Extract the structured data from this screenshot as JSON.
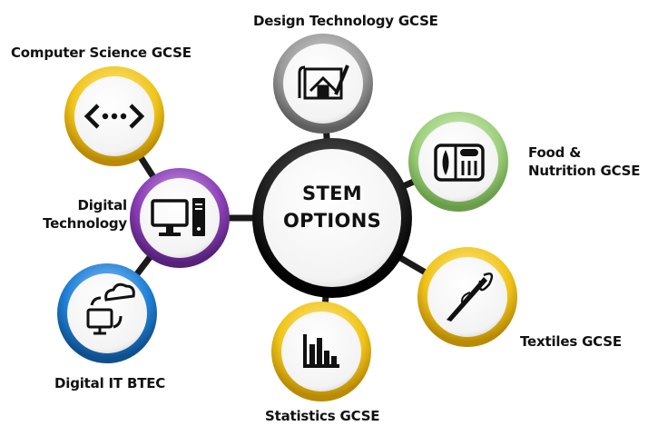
{
  "hub": {
    "line1": "STEM",
    "line2": "OPTIONS"
  },
  "nodes": [
    {
      "id": "design-technology",
      "label": "Design Technology GCSE",
      "ring_color": "#9a9a9a",
      "icon": "blueprint-house-icon"
    },
    {
      "id": "food-nutrition",
      "label_line1": "Food &",
      "label_line2": "Nutrition GCSE",
      "ring_color": "#9ccf7a",
      "icon": "fish-tray-icon"
    },
    {
      "id": "textiles",
      "label": "Textiles GCSE",
      "ring_color": "#f0c419",
      "icon": "needle-thread-icon"
    },
    {
      "id": "statistics",
      "label": "Statistics GCSE",
      "ring_color": "#f0c419",
      "icon": "bar-chart-icon"
    },
    {
      "id": "digital-it-btec",
      "label": "Digital IT BTEC",
      "ring_color": "#1f7fd6",
      "icon": "cloud-sync-computer-icon"
    },
    {
      "id": "digital-technology",
      "label_line1": "Digital",
      "label_line2": "Technology",
      "ring_color": "#8a3fb5",
      "icon": "desktop-computer-icon"
    },
    {
      "id": "computer-science",
      "label": "Computer Science GCSE",
      "ring_color": "#f0c419",
      "icon": "code-brackets-icon"
    }
  ],
  "colors": {
    "connector": "#1a1a1a",
    "hub_ring": "#1a1a1a",
    "node_fill": "#ffffff"
  }
}
